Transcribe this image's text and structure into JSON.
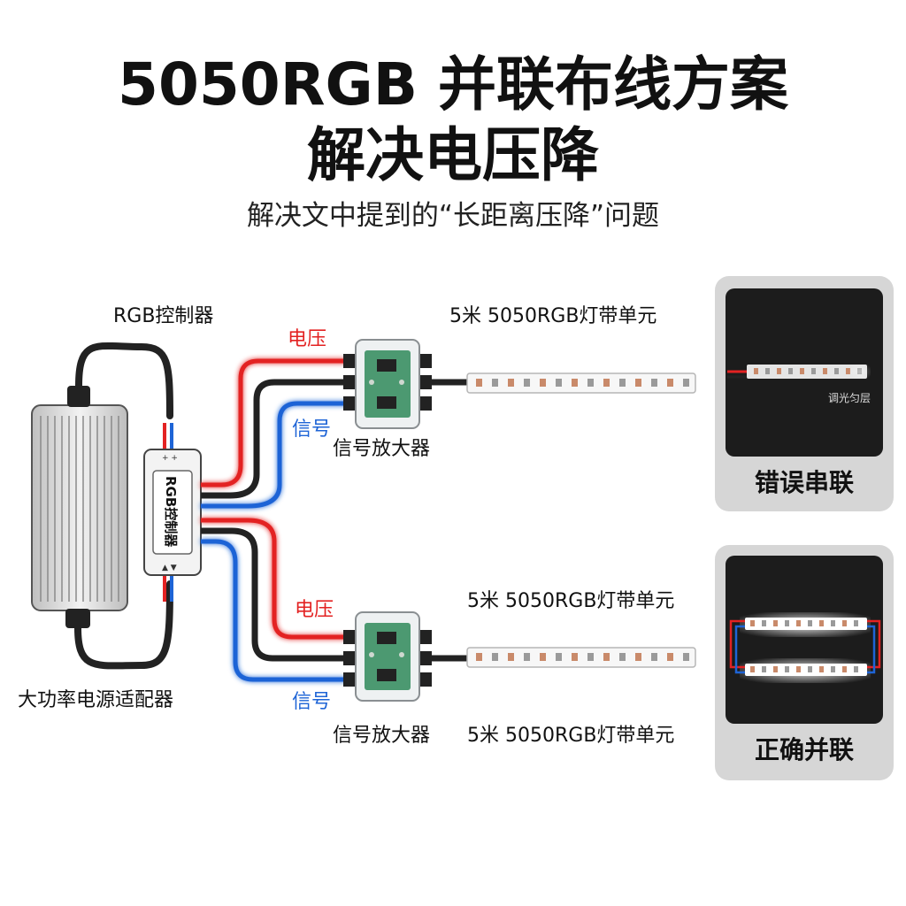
{
  "header": {
    "title_line1": "5050RGB 并联布线方案",
    "title_line2": "解决电压降",
    "subtitle": "解决文中提到的“长距离压降”问题"
  },
  "labels": {
    "controller_top": "RGB控制器",
    "controller_body": "RGB控制器",
    "power_adapter": "大功率电源适配器",
    "voltage_top": "电压",
    "signal_top": "信号",
    "amplifier_top": "信号放大器",
    "strip_top": "5米 5050RGB灯带单元",
    "voltage_bottom": "电压",
    "signal_bottom": "信号",
    "amplifier_bottom": "信号放大器",
    "strip_bottom_top": "5米 5050RGB灯带单元",
    "strip_bottom_below": "5米 5050RGB灯带单元"
  },
  "panels": {
    "wrong": {
      "title": "错误串联",
      "note": "调光匀层"
    },
    "right": {
      "title": "正确并联"
    }
  },
  "colors": {
    "voltage": "#e32222",
    "signal": "#1e64d6",
    "ground": "#222222",
    "panel_bg": "#d6d6d6",
    "panel_inner": "#1c1c1c"
  }
}
